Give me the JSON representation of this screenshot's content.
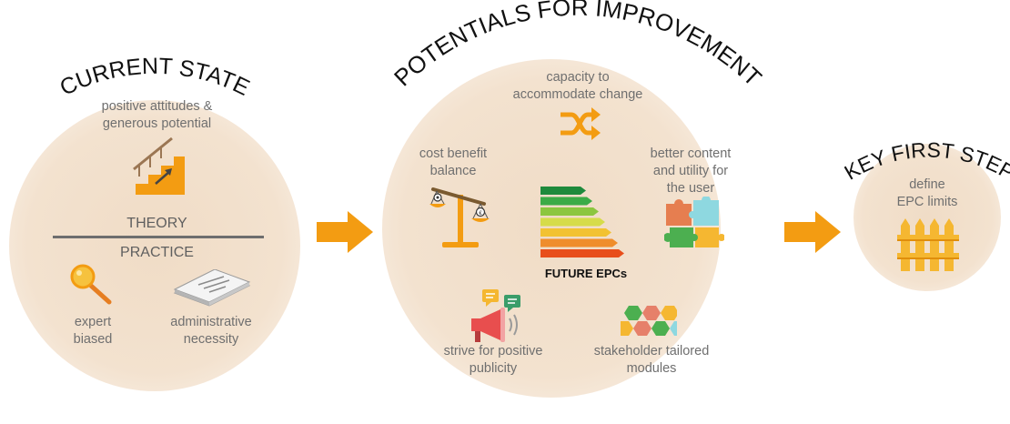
{
  "current_state": {
    "title": "CURRENT STATE",
    "item_positive": "positive attitudes &\ngenerous potential",
    "theory": "THEORY",
    "practice": "PRACTICE",
    "item_expert": "expert\nbiased",
    "item_admin": "administrative\nnecessity"
  },
  "potentials": {
    "title": "POTENTIALS FOR IMPROVEMENT",
    "item_capacity": "capacity to\naccommodate change",
    "item_cost": "cost benefit\nbalance",
    "item_content": "better content\nand utility for\nthe user",
    "future_label": "FUTURE EPCs",
    "item_publicity": "strive for positive\npublicity",
    "item_stakeholder": "stakeholder tailored\nmodules"
  },
  "key_first_step": {
    "title": "KEY FIRST STEP",
    "item_define": "define\nEPC limits"
  },
  "colors": {
    "circle": "#f3e2cf",
    "arrow": "#f39c12",
    "text": "#6f6f6f",
    "title": "#111111",
    "energy_bars": [
      "#1e8a3c",
      "#3bab47",
      "#8cc63f",
      "#d6dc4a",
      "#f2c232",
      "#ef8d2c",
      "#e84e1b"
    ]
  },
  "icons": [
    "stairs-icon",
    "magnifier-icon",
    "documents-icon",
    "shuffle-icon",
    "scale-icon",
    "puzzle-icon",
    "energy-label-icon",
    "megaphone-icon",
    "hexagons-icon",
    "fence-icon",
    "arrow-right-icon"
  ]
}
